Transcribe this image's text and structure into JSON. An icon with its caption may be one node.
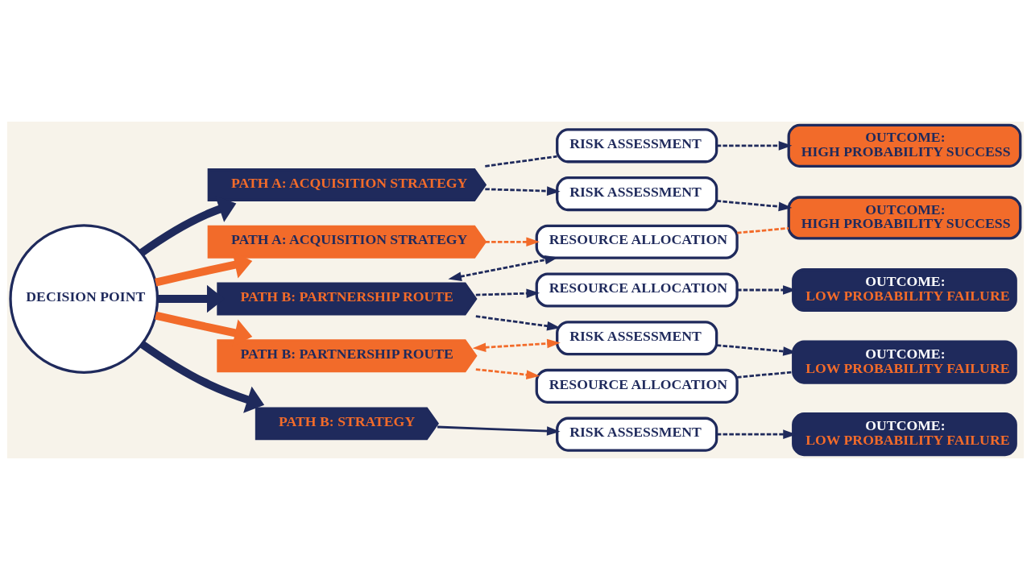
{
  "diagram": {
    "nodes": [
      {
        "text": [
          "DECISION POINT"
        ]
      },
      {
        "text": [
          "PATH A: ACQUISITION STRATEGY"
        ]
      },
      {
        "text": [
          "PATH A: ACQUISITION STRATEGY"
        ]
      },
      {
        "text": [
          "PATH B: PARTNERSHIP ROUTE"
        ]
      },
      {
        "text": [
          "PATH B: PARTNERSHIP ROUTE"
        ]
      },
      {
        "text": [
          "PATH B: STRATEGY"
        ]
      },
      {
        "text": [
          "RISK ASSESSMENT"
        ]
      },
      {
        "text": [
          "RISK ASSESSMENT"
        ]
      },
      {
        "text": [
          "RESOURCE ALLOCATION"
        ]
      },
      {
        "text": [
          "RESOURCE ALLOCATION"
        ]
      },
      {
        "text": [
          "RISK ASSESSMENT"
        ]
      },
      {
        "text": [
          "RESOURCE ALLOCATION"
        ]
      },
      {
        "text": [
          "RISK ASSESSMENT"
        ]
      },
      {
        "text": [
          "OUTCOME:",
          "HIGH PROBABILITY SUCCESS"
        ]
      },
      {
        "text": [
          "OUTCOME:",
          "HIGH PROBABILITY SUCCESS"
        ]
      },
      {
        "text": [
          "OUTCOME:",
          "LOW PROBABILITY FAILURE"
        ]
      },
      {
        "text": [
          "OUTCOME:",
          "LOW PROBABILITY FAILURE"
        ]
      },
      {
        "text": [
          "OUTCOME:",
          "LOW PROBABILITY FAILURE"
        ]
      }
    ],
    "edges": [
      {
        "from": 0,
        "to": 1,
        "arrow": "to",
        "style": "thick"
      },
      {
        "from": 0,
        "to": 2,
        "arrow": "to",
        "style": "thick",
        "color": "#f26b2a"
      },
      {
        "from": 0,
        "to": 3,
        "arrow": "to",
        "style": "thick"
      },
      {
        "from": 0,
        "to": 4,
        "arrow": "to",
        "style": "thick",
        "color": "#f26b2a"
      },
      {
        "from": 0,
        "to": 5,
        "arrow": "to",
        "style": "thick"
      },
      {
        "from": 1,
        "to": 6,
        "arrow": "none",
        "style": "dashed"
      },
      {
        "from": 1,
        "to": 7,
        "arrow": "to",
        "style": "dashed"
      },
      {
        "from": 6,
        "to": 13,
        "arrow": "to",
        "style": "dashed"
      },
      {
        "from": 7,
        "to": 14,
        "arrow": "to",
        "style": "dashed"
      },
      {
        "from": 2,
        "to": 8,
        "arrow": "to",
        "style": "dashed",
        "color": "#f26b2a"
      },
      {
        "from": 3,
        "to": 8,
        "arrow": "both",
        "style": "dashed"
      },
      {
        "from": 8,
        "to": 14,
        "arrow": "none",
        "style": "dashed",
        "color": "#f26b2a"
      },
      {
        "from": 3,
        "to": 9,
        "arrow": "to",
        "style": "dashed"
      },
      {
        "from": 9,
        "to": 15,
        "arrow": "to",
        "style": "dashed"
      },
      {
        "from": 3,
        "to": 10,
        "arrow": "to",
        "style": "dashed"
      },
      {
        "from": 4,
        "to": 10,
        "arrow": "both",
        "style": "dashed",
        "color": "#f26b2a"
      },
      {
        "from": 4,
        "to": 11,
        "arrow": "to",
        "style": "dashed",
        "color": "#f26b2a"
      },
      {
        "from": 10,
        "to": 16,
        "arrow": "to",
        "style": "dashed"
      },
      {
        "from": 11,
        "to": 16,
        "arrow": "none",
        "style": "dashed"
      },
      {
        "from": 5,
        "to": 12,
        "arrow": "to"
      },
      {
        "from": 12,
        "to": 17,
        "arrow": "to",
        "style": "dashed"
      }
    ]
  }
}
